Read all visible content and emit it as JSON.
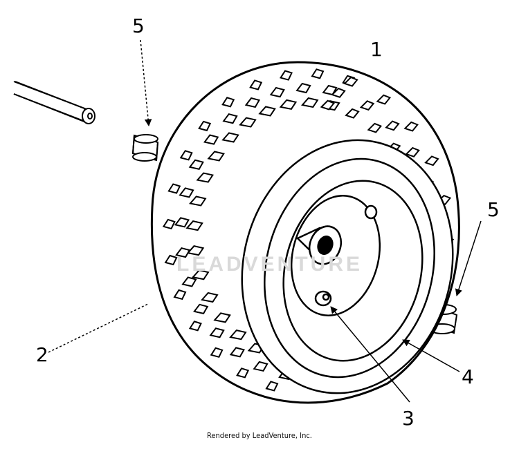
{
  "callouts": {
    "c1": "1",
    "c2": "2",
    "c3": "3",
    "c4": "4",
    "c5a": "5",
    "c5b": "5"
  },
  "watermark": "LEADVENTURE",
  "footer": "Rendered by LeadVenture, Inc.",
  "colors": {
    "line": "#000000",
    "background": "#ffffff",
    "watermark": "#d9d9d9"
  }
}
